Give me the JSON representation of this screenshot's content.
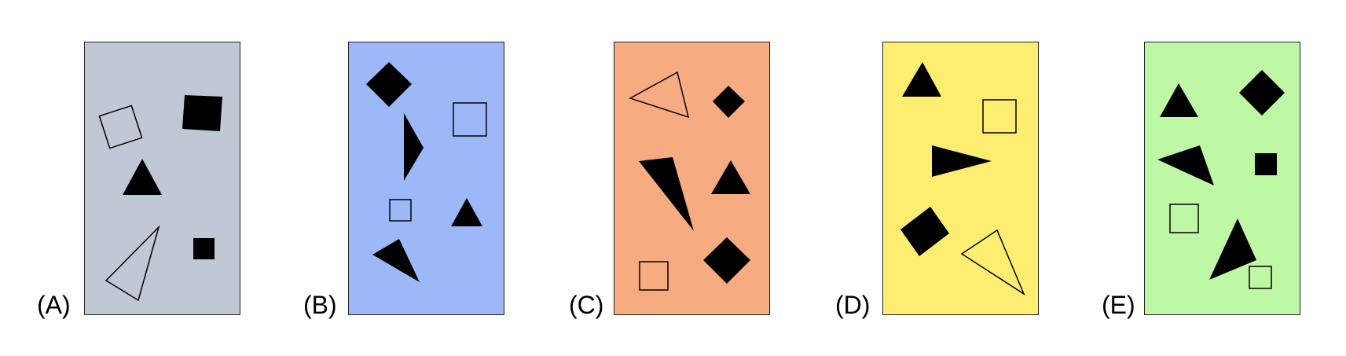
{
  "panels": [
    {
      "label": "(A)",
      "fill": "#c0c7d5"
    },
    {
      "label": "(B)",
      "fill": "#9db8f9"
    },
    {
      "label": "(C)",
      "fill": "#f6ab80"
    },
    {
      "label": "(D)",
      "fill": "#fdee72"
    },
    {
      "label": "(E)",
      "fill": "#bef8a5"
    }
  ]
}
